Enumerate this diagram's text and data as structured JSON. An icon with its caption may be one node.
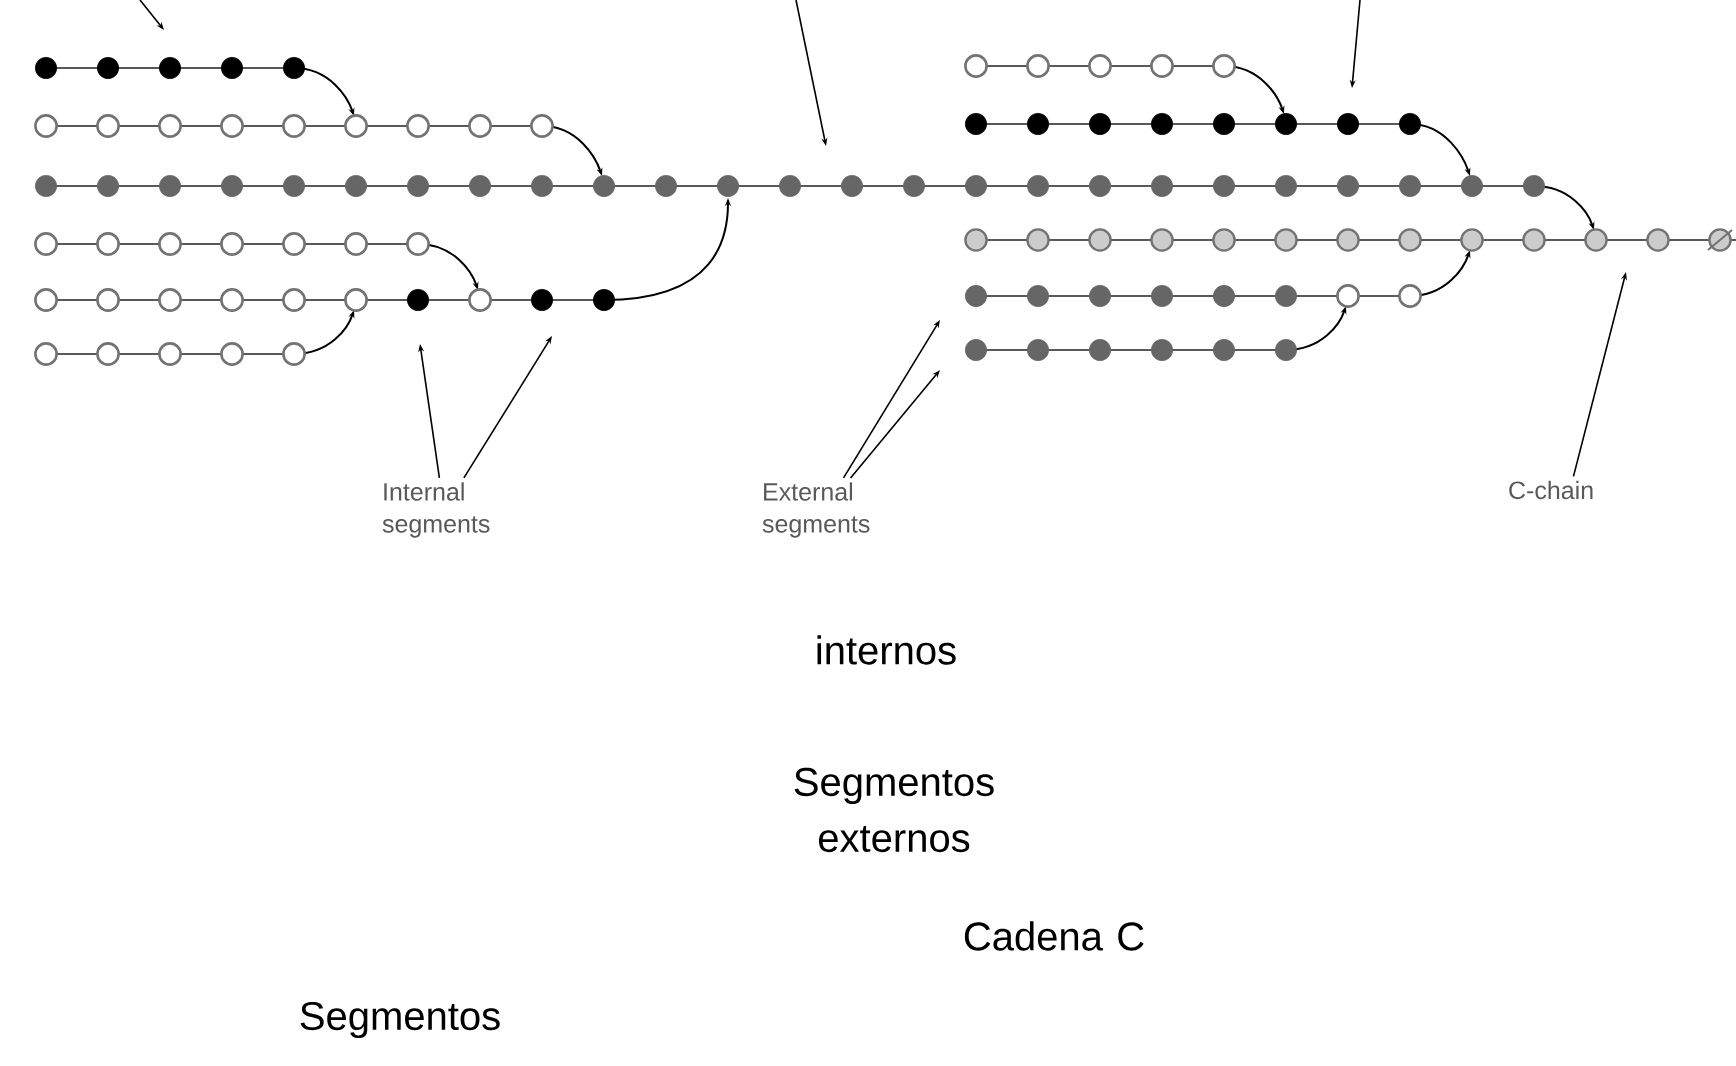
{
  "diagram": {
    "nodes": [
      {
        "text": [
          "Internal segments"
        ]
      },
      {
        "text": [
          "External segments"
        ]
      },
      {
        "text": [
          "C-chain"
        ]
      }
    ],
    "edges": [
      {
        "from": 0,
        "to": null,
        "arrow": "to"
      },
      {
        "from": 0,
        "to": null,
        "arrow": "to"
      },
      {
        "from": 1,
        "to": null,
        "arrow": "to"
      },
      {
        "from": 1,
        "to": null,
        "arrow": "to"
      },
      {
        "from": 2,
        "to": null,
        "arrow": "to"
      }
    ],
    "labels": [
      "internos",
      "Segmentos externos",
      "Cadena C",
      "Segmentos"
    ]
  }
}
